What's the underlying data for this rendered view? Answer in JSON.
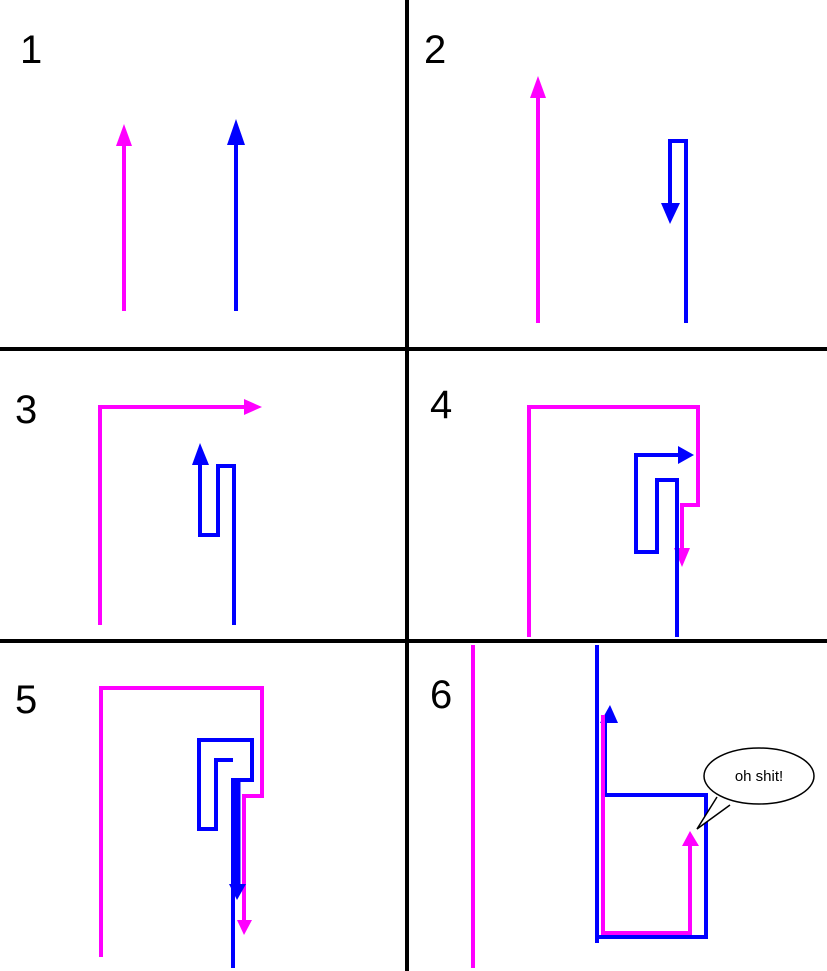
{
  "panels": [
    {
      "label": "1"
    },
    {
      "label": "2"
    },
    {
      "label": "3"
    },
    {
      "label": "4"
    },
    {
      "label": "5"
    },
    {
      "label": "6"
    }
  ],
  "speech_bubble": {
    "text": "oh shit!"
  },
  "colors": {
    "pink": "#ff00ff",
    "blue": "#0000ff",
    "divider": "#000000"
  }
}
